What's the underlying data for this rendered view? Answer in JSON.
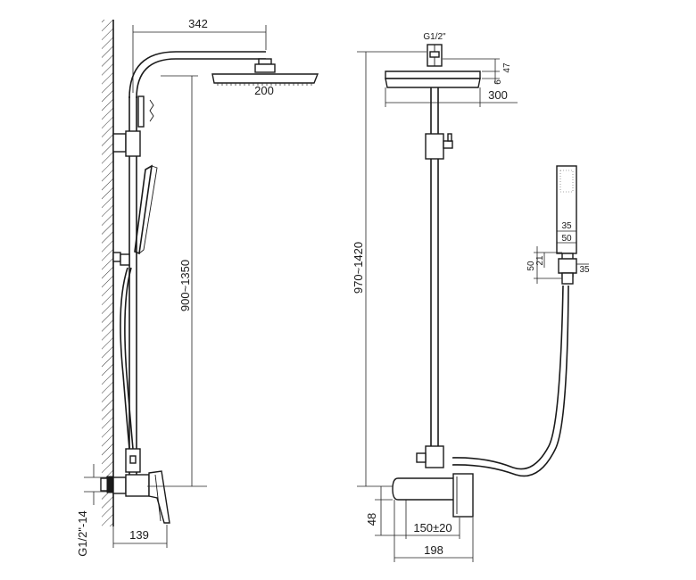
{
  "dimensions": {
    "arm_reach": "342",
    "head_side_width": "200",
    "riser_height_side": "900~1350",
    "mixer_connection": "G1/2\"-14",
    "mixer_projection": "139",
    "thread_top": "G1/2\"",
    "head_thickness_total": "47",
    "head_thickness": "6",
    "head_front_width": "300",
    "riser_height_front": "970~1420",
    "mixer_height": "48",
    "inlet_centers": "150±20",
    "mixer_width": "198",
    "holder_width_outer": "35",
    "holder_width_inner": "50",
    "holder_height": "50",
    "holder_offset": "21",
    "holder_depth": "35"
  }
}
